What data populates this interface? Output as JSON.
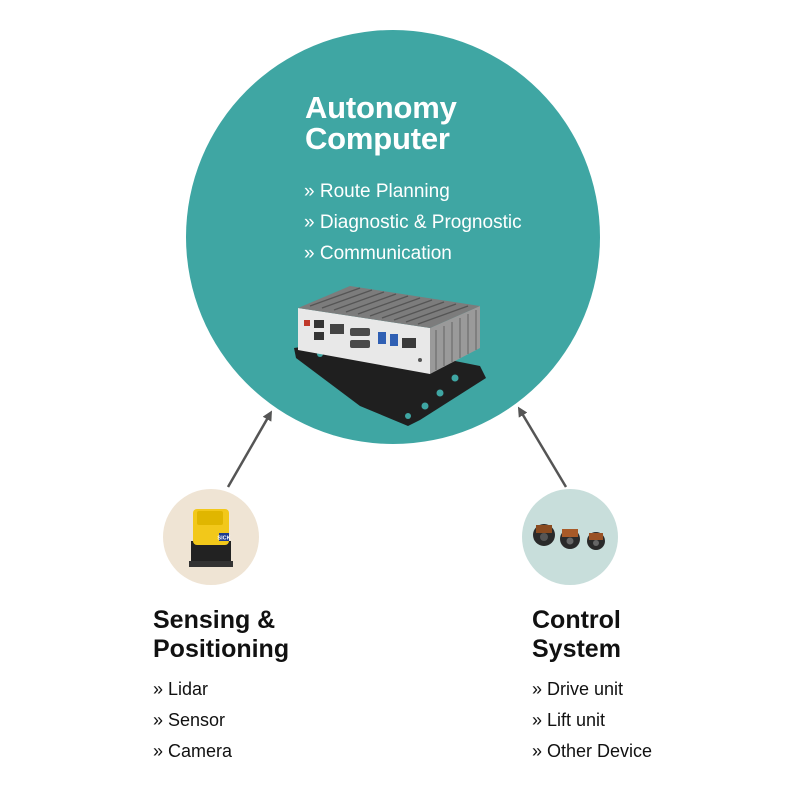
{
  "autonomy": {
    "title_line1": "Autonomy",
    "title_line2": "Computer",
    "items": [
      "Route Planning",
      "Diagnostic & Prognostic",
      "Communication"
    ]
  },
  "sensing": {
    "title_line1": "Sensing &",
    "title_line2": "Positioning",
    "items": [
      "Lidar",
      "Sensor",
      "Camera"
    ],
    "device_brand": "SICK"
  },
  "control": {
    "title_line1": "Control",
    "title_line2": "System",
    "items": [
      "Drive unit",
      "Lift unit",
      "Other Device"
    ]
  },
  "colors": {
    "main_circle": "#3fa6a3",
    "sensing_circle": "#efe4d4",
    "control_circle": "#c8dedb",
    "arrow": "#555555"
  }
}
